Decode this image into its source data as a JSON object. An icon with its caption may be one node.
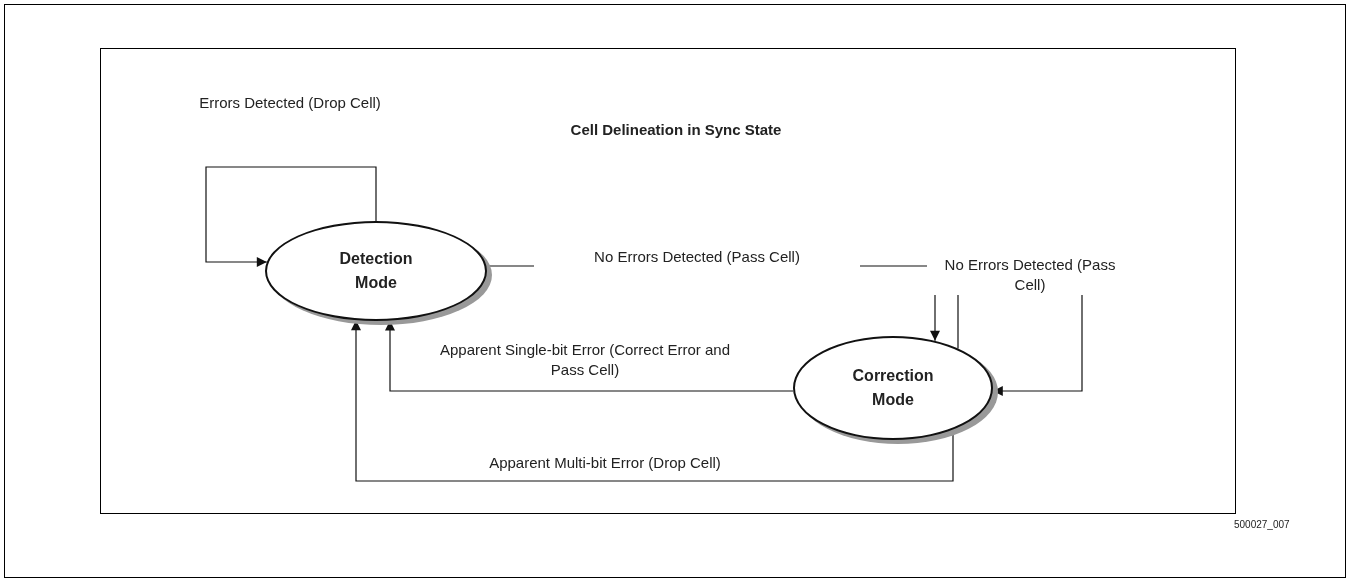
{
  "diagram": {
    "title": "Cell Delineation in Sync State",
    "nodes": [
      {
        "text": [
          "Detection Mode"
        ]
      },
      {
        "text": [
          "Correction Mode"
        ]
      }
    ],
    "edges": [
      {
        "from": 0,
        "to": 0,
        "arrow": "to",
        "label": "Errors Detected (Drop Cell)"
      },
      {
        "from": 0,
        "to": 1,
        "arrow": "to",
        "label": "No Errors Detected (Pass Cell)"
      },
      {
        "from": 1,
        "to": 1,
        "arrow": "to",
        "label": "No Errors Detected (Pass Cell)"
      },
      {
        "from": 1,
        "to": 0,
        "arrow": "to",
        "label": "Apparent Single-bit Error (Correct Error and Pass Cell)"
      },
      {
        "from": 1,
        "to": 0,
        "arrow": "to",
        "label": "Apparent Multi-bit Error (Drop Cell)"
      }
    ],
    "labels": [
      "500027_007"
    ]
  }
}
